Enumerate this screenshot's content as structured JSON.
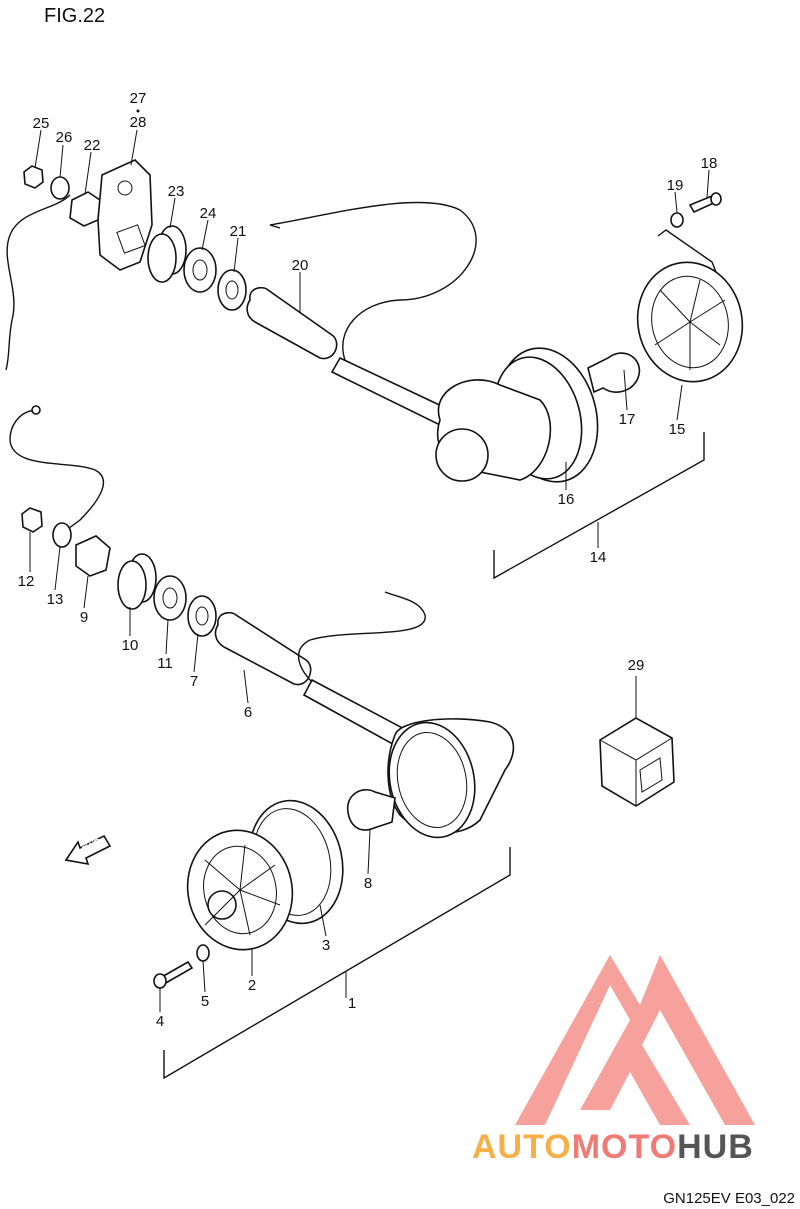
{
  "figure": {
    "title": "FIG.22",
    "code": "GN125EV E03_022"
  },
  "callouts": [
    {
      "id": "1",
      "label": "1"
    },
    {
      "id": "2",
      "label": "2"
    },
    {
      "id": "3",
      "label": "3"
    },
    {
      "id": "4",
      "label": "4"
    },
    {
      "id": "5",
      "label": "5"
    },
    {
      "id": "6",
      "label": "6"
    },
    {
      "id": "7",
      "label": "7"
    },
    {
      "id": "8",
      "label": "8"
    },
    {
      "id": "9",
      "label": "9"
    },
    {
      "id": "10",
      "label": "10"
    },
    {
      "id": "11",
      "label": "11"
    },
    {
      "id": "12",
      "label": "12"
    },
    {
      "id": "13",
      "label": "13"
    },
    {
      "id": "14",
      "label": "14"
    },
    {
      "id": "15",
      "label": "15"
    },
    {
      "id": "16",
      "label": "16"
    },
    {
      "id": "17",
      "label": "17"
    },
    {
      "id": "18",
      "label": "18"
    },
    {
      "id": "19",
      "label": "19"
    },
    {
      "id": "20",
      "label": "20"
    },
    {
      "id": "21",
      "label": "21"
    },
    {
      "id": "22",
      "label": "22"
    },
    {
      "id": "23",
      "label": "23"
    },
    {
      "id": "24",
      "label": "24"
    },
    {
      "id": "25",
      "label": "25"
    },
    {
      "id": "26",
      "label": "26"
    },
    {
      "id": "27",
      "label": "27"
    },
    {
      "id": "28",
      "label": "28"
    },
    {
      "id": "29",
      "label": "29"
    }
  ],
  "direction_arrow": {
    "label": "FWD"
  },
  "watermark": {
    "part1": "AUTO",
    "part2": "MOTO",
    "part3": "HUB",
    "colors": {
      "auto": "#f6b04a",
      "moto": "#f07a74",
      "hub": "#555555",
      "logo": "#f4908a"
    }
  }
}
